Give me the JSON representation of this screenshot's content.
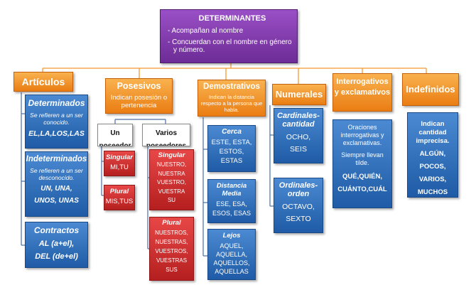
{
  "root": {
    "title": "DETERMINANTES",
    "lines": [
      "- Acompañan al nombre",
      "- Concuerdan con el nombre en género",
      "y  número."
    ]
  },
  "articulos": {
    "title": "Artículos",
    "determinados": {
      "title": "Determinados",
      "desc": "Se refieren a un ser conocido.",
      "examples": "EL,LA,LOS,LAS"
    },
    "indeterminados": {
      "title": "Indeterminados",
      "desc": "Se refieren a un ser desconocido.",
      "examples": [
        "UN, UNA,",
        "UNOS, UNAS"
      ]
    },
    "contractos": {
      "title": "Contractos",
      "examples": [
        "AL (a+el),",
        "DEL (de+el)"
      ]
    }
  },
  "posesivos": {
    "title": "Posesivos",
    "desc": "Indican posesión o pertenencia",
    "un_poseedor": "Un poseedor",
    "varios_poseedores": "Varios poseedores",
    "singular_label": "Singular",
    "singular_1": "MI,TU",
    "plural_label": "Plural",
    "plural_1": "MIS,TUS",
    "singular_v_label": "Singular",
    "singular_v": [
      "NUESTRO,",
      "NUESTRA",
      "VUESTRO,",
      "VUESTRA",
      "SU"
    ],
    "plural_v_label": "Plural",
    "plural_v": [
      "NUESTROS,",
      "NUESTRAS,",
      "VUESTROS,",
      "VUESTRAS",
      "SUS"
    ]
  },
  "demostrativos": {
    "title": "Demostrativos",
    "desc": "Indican la distancia respecto a la persona que habla.",
    "cerca": {
      "title": "Cerca",
      "items": [
        "ESTE, ESTA,",
        "ESTOS,",
        "ESTAS"
      ]
    },
    "media": {
      "title": "Distancia Media",
      "items": [
        "ESE, ESA,",
        "ESOS, ESAS"
      ]
    },
    "lejos": {
      "title": "Lejos",
      "items": [
        "AQUEL,",
        "AQUELLA,",
        "AQUELLOS,",
        "AQUELLAS"
      ]
    }
  },
  "numerales": {
    "title": "Numerales",
    "cardinales": {
      "title": "Cardinales-cantidad",
      "items": [
        "OCHO,",
        "SEIS"
      ]
    },
    "ordinales": {
      "title": "Ordinales-orden",
      "items": [
        "OCTAVO,",
        "SEXTO"
      ]
    }
  },
  "interrogativos": {
    "title": "Interrogativos y exclamativos",
    "desc": [
      "Oraciones interrogativas y exclamativas.",
      "Siempre llevan tilde."
    ],
    "examples": [
      "QUÉ,QUIÉN,",
      "CUÁNTO,CUÁL"
    ]
  },
  "indefinidos": {
    "title": "Indefinidos",
    "desc": "Indican cantidad imprecisa.",
    "examples": [
      "ALGÚN,",
      "POCOS,",
      "VARIOS,",
      "MUCHOS"
    ]
  }
}
